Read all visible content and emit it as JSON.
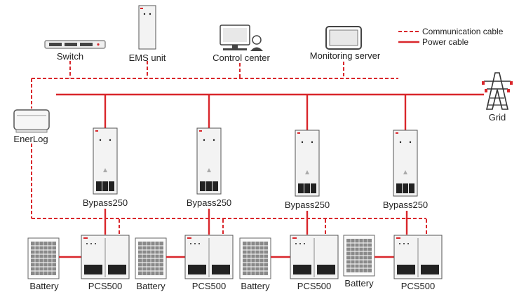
{
  "legend": {
    "communication": "Communication cable",
    "power": "Power cable"
  },
  "nodes": {
    "switch": "Switch",
    "ems": "EMS unit",
    "control": "Control center",
    "monitoring": "Monitoring server",
    "enerlog": "EnerLog",
    "grid": "Grid"
  },
  "bypass": [
    "Bypass250",
    "Bypass250",
    "Bypass250",
    "Bypass250"
  ],
  "pcs": [
    "PCS500",
    "PCS500",
    "PCS500",
    "PCS500"
  ],
  "battery": [
    "Battery",
    "Battery",
    "Battery",
    "Battery"
  ],
  "colors": {
    "cable": "#d9262b"
  }
}
